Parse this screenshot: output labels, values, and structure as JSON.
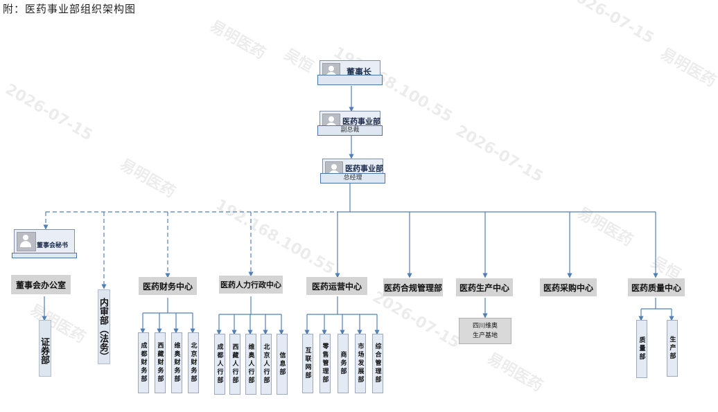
{
  "caption": "附：医药事业部组织架构图",
  "watermark": {
    "name": "易明医药",
    "name2": "吴恒",
    "ip": "192.168.100.55",
    "date": "2026-07-15"
  },
  "top": [
    {
      "id": "chairman",
      "title": "董事长",
      "sub": ""
    },
    {
      "id": "vp",
      "title": "医药事业部",
      "sub": "副总裁"
    },
    {
      "id": "gm",
      "title": "医药事业部",
      "sub": "总经理"
    }
  ],
  "secretary": "董事会秘书",
  "board_office": "董事会办公室",
  "securities": "证券部",
  "audit": "内审部（法务）",
  "centers": [
    {
      "id": "finance",
      "label": "医药财务中心",
      "subs": [
        "成都财务部",
        "西藏财务部",
        "维奥财务部",
        "北京财务部"
      ]
    },
    {
      "id": "hr",
      "label": "医药人力行政中心",
      "subs": [
        "成都人行部",
        "西藏人行部",
        "维奥人行部",
        "北京人行部",
        "信息部"
      ]
    },
    {
      "id": "ops",
      "label": "医药运营中心",
      "subs": [
        "互联网部",
        "零售管理部",
        "商务部",
        "市场发展部",
        "综合管理部"
      ]
    },
    {
      "id": "compliance",
      "label": "医药合规管理部",
      "subs": []
    },
    {
      "id": "production",
      "label": "医药生产中心",
      "subs": []
    },
    {
      "id": "purchase",
      "label": "医药采购中心",
      "subs": []
    },
    {
      "id": "quality",
      "label": "医药质量中心",
      "subs": [
        "质量部",
        "生产部"
      ]
    }
  ],
  "plant": {
    "line1": "四川维奥",
    "line2": "生产基地"
  }
}
